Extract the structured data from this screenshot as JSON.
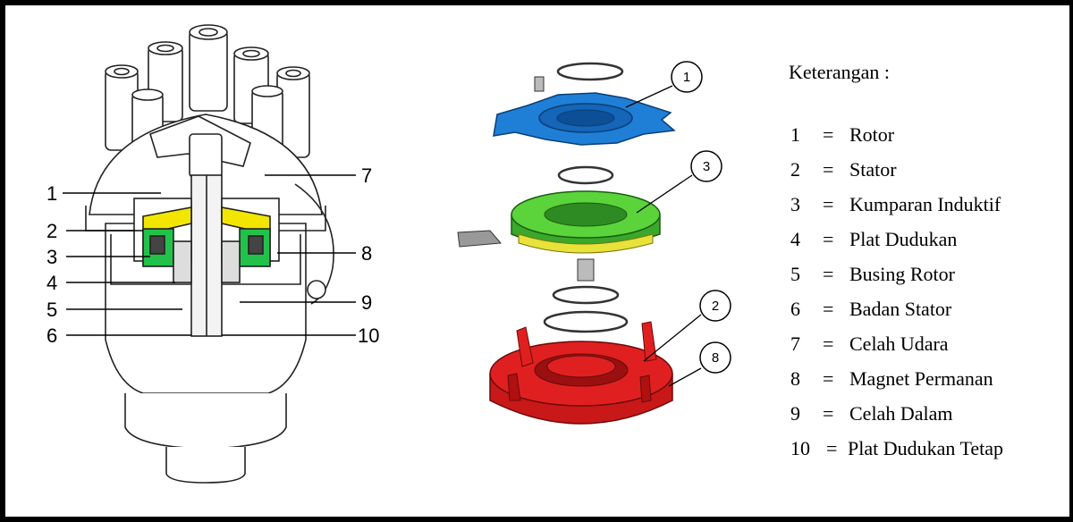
{
  "callouts_left": [
    "1",
    "2",
    "3",
    "4",
    "5",
    "6",
    "7",
    "8",
    "9",
    "10"
  ],
  "callouts_right": [
    "1",
    "3",
    "2",
    "8"
  ],
  "legend": {
    "title": "Keterangan :",
    "items": [
      {
        "num": "1",
        "eq": "=",
        "label": "Rotor"
      },
      {
        "num": "2",
        "eq": "=",
        "label": "Stator"
      },
      {
        "num": "3",
        "eq": "=",
        "label": "Kumparan Induktif"
      },
      {
        "num": "4",
        "eq": "=",
        "label": "Plat Dudukan"
      },
      {
        "num": "5",
        "eq": "=",
        "label": "Busing Rotor"
      },
      {
        "num": "6",
        "eq": "=",
        "label": "Badan Stator"
      },
      {
        "num": "7",
        "eq": "=",
        "label": "Celah Udara"
      },
      {
        "num": "8",
        "eq": "=",
        "label": "Magnet Permanan"
      },
      {
        "num": "9",
        "eq": "=",
        "label": "Celah Dalam"
      },
      {
        "num": "10",
        "eq": "=",
        "label": "Plat Dudukan Tetap"
      }
    ]
  },
  "colors": {
    "rotor": "#1f7fd6",
    "coil": "#5ad43a",
    "coil_inner": "#e8e23a",
    "stator": "#e02020",
    "yellow_part": "#f2e600",
    "green_part": "#22c24a"
  }
}
